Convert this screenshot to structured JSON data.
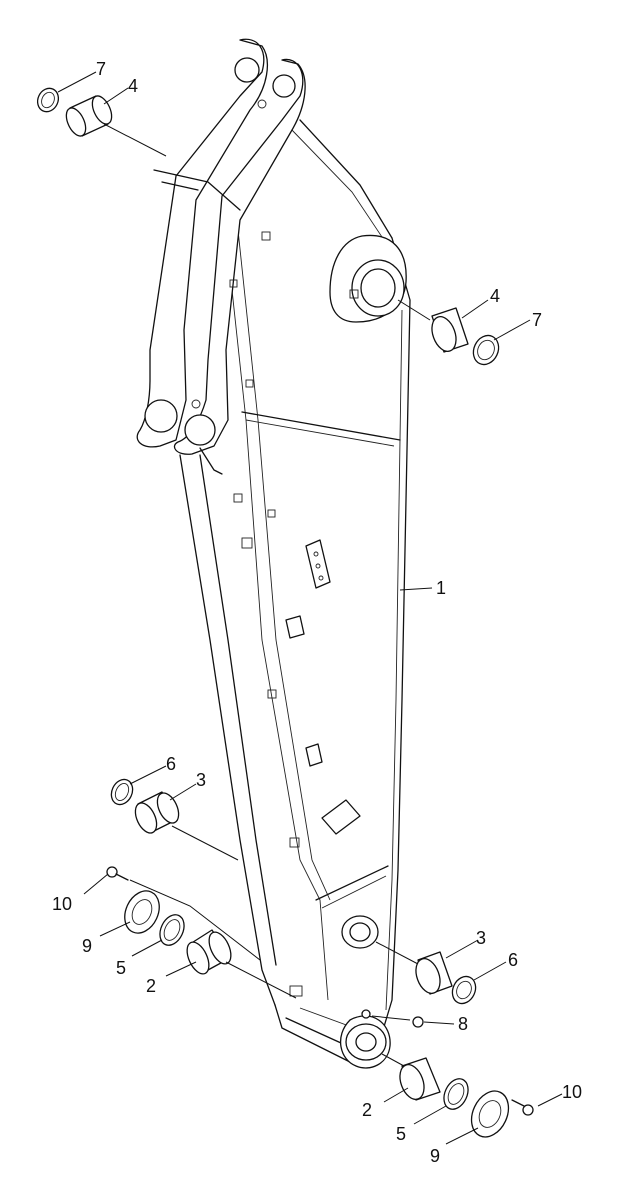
{
  "diagram": {
    "callouts": [
      {
        "id": "c1",
        "label": "1"
      },
      {
        "id": "c4a",
        "label": "4"
      },
      {
        "id": "c7a",
        "label": "7"
      },
      {
        "id": "c4b",
        "label": "4"
      },
      {
        "id": "c7b",
        "label": "7"
      },
      {
        "id": "c6a",
        "label": "6"
      },
      {
        "id": "c3a",
        "label": "3"
      },
      {
        "id": "c10a",
        "label": "10"
      },
      {
        "id": "c9a",
        "label": "9"
      },
      {
        "id": "c5a",
        "label": "5"
      },
      {
        "id": "c2a",
        "label": "2"
      },
      {
        "id": "c3b",
        "label": "3"
      },
      {
        "id": "c6b",
        "label": "6"
      },
      {
        "id": "c8",
        "label": "8"
      },
      {
        "id": "c10b",
        "label": "10"
      },
      {
        "id": "c2b",
        "label": "2"
      },
      {
        "id": "c5b",
        "label": "5"
      },
      {
        "id": "c9b",
        "label": "9"
      }
    ]
  }
}
